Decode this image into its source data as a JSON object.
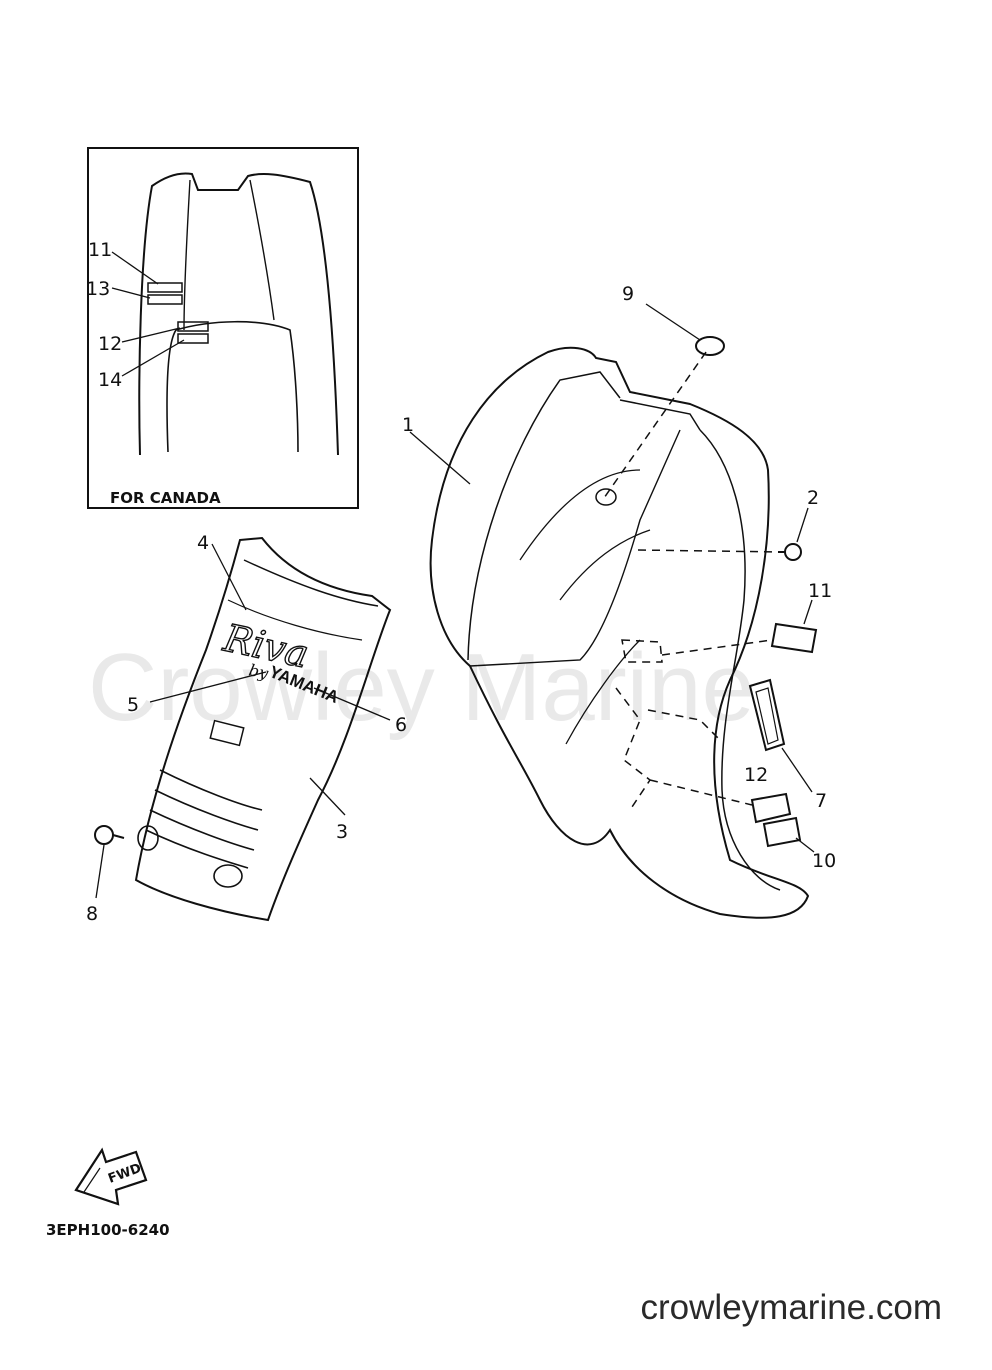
{
  "watermark": "Crowley Marine",
  "site": "crowleymarine.com",
  "drawing_code": "3EPH100-6240",
  "inset_caption": "FOR CANADA",
  "fwd_label": "FWD",
  "decals": {
    "riva": "Riva",
    "by": "by",
    "yamaha": "YAMAHA"
  },
  "callouts": {
    "c1": "1",
    "c2": "2",
    "c3": "3",
    "c4": "4",
    "c5": "5",
    "c6": "6",
    "c7": "7",
    "c8": "8",
    "c9": "9",
    "c10": "10",
    "c11": "11",
    "c12": "12",
    "inset11": "11",
    "inset12": "12",
    "inset13": "13",
    "inset14": "14"
  }
}
